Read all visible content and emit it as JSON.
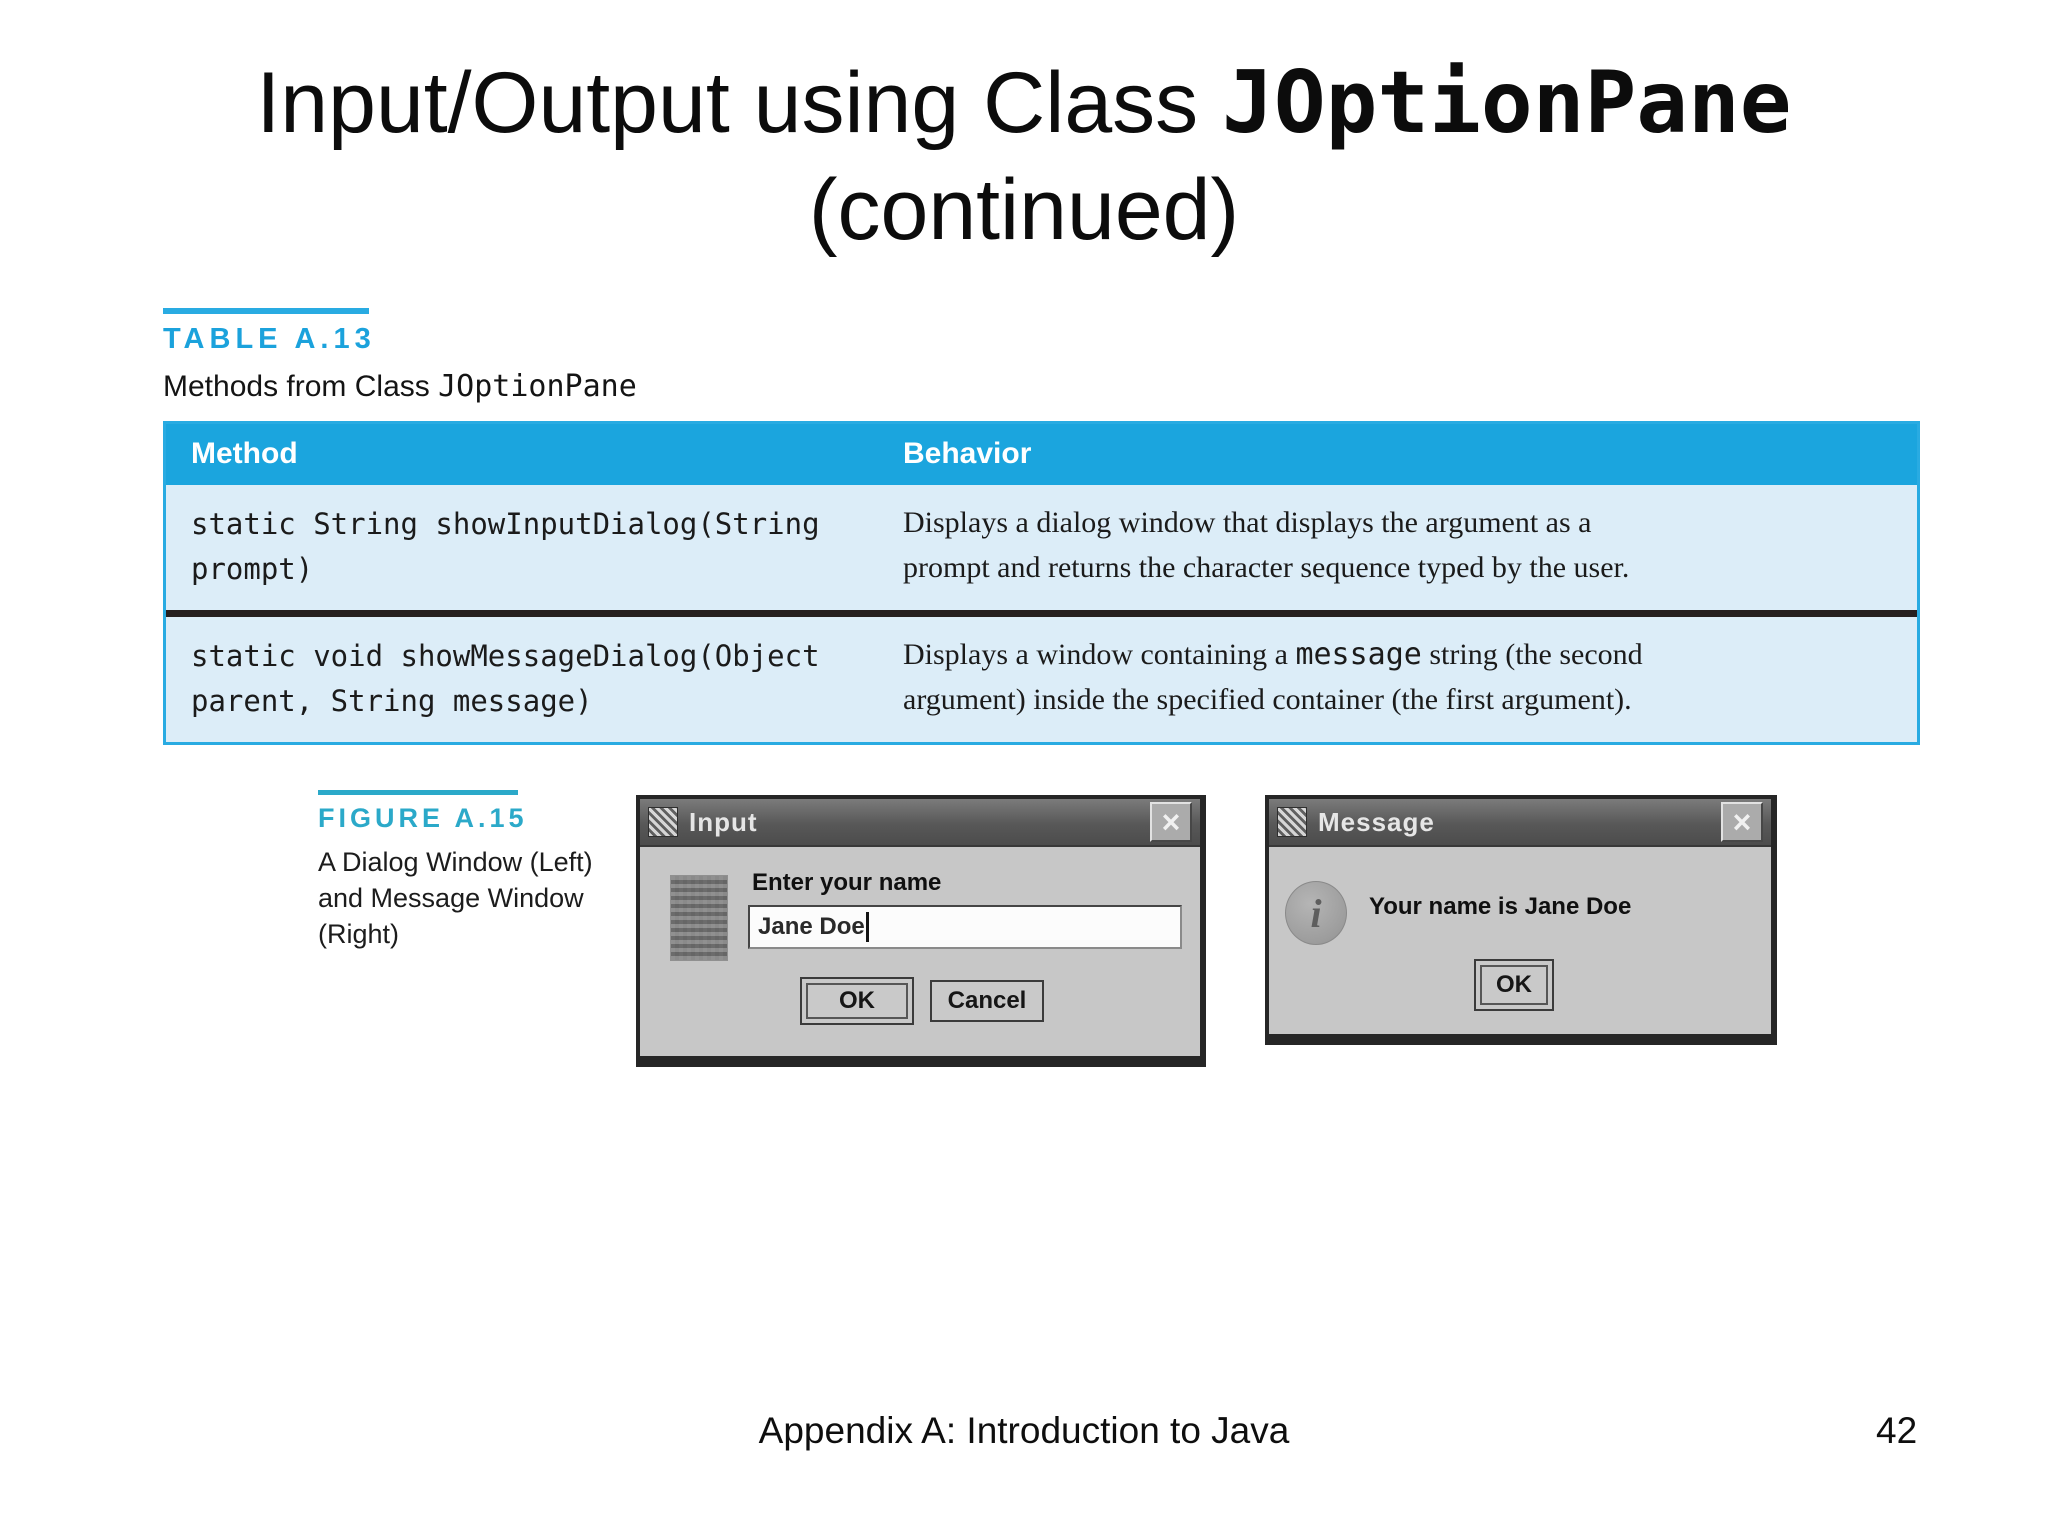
{
  "colors": {
    "accent_blue": "#29abe2",
    "table_header_blue": "#1ba5de",
    "table_row_blue": "#dcedf8",
    "figure_label_teal": "#2ba9c9",
    "dialog_titlebar_gray": "#585858",
    "dialog_body_gray": "#c7c7c7"
  },
  "title": {
    "line1_prefix": "Input/Output using Class ",
    "line1_code": "JOptionPane",
    "line2": "(continued)"
  },
  "table_section": {
    "label": "TABLE A.13",
    "caption_prefix": "Methods from Class ",
    "caption_code": "JOptionPane",
    "columns": [
      "Method",
      "Behavior"
    ],
    "rows": [
      {
        "method": "static String showInputDialog(String prompt)",
        "behavior_line1": "Displays a dialog window that displays the argument as a",
        "behavior_line2": "prompt and returns the character sequence typed by the user."
      },
      {
        "method": "static void showMessageDialog(Object parent, String message)",
        "behavior_line1_prefix": "Displays a window containing a ",
        "behavior_line1_code": "message",
        "behavior_line1_suffix": " string (the second",
        "behavior_line2": "argument) inside the specified container (the first argument)."
      }
    ]
  },
  "figure_section": {
    "label": "FIGURE A.15",
    "caption_lines": [
      "A Dialog Window (Left)",
      "and Message Window",
      "(Right)"
    ]
  },
  "input_dialog": {
    "title": "Input",
    "close_glyph": "×",
    "prompt": "Enter your name",
    "field_value": "Jane Doe",
    "ok_label": "OK",
    "cancel_label": "Cancel"
  },
  "message_dialog": {
    "title": "Message",
    "close_glyph": "×",
    "info_glyph": "i",
    "message": "Your name is Jane Doe",
    "ok_label": "OK"
  },
  "footer": {
    "text": "Appendix A: Introduction to Java",
    "page_number": "42"
  }
}
